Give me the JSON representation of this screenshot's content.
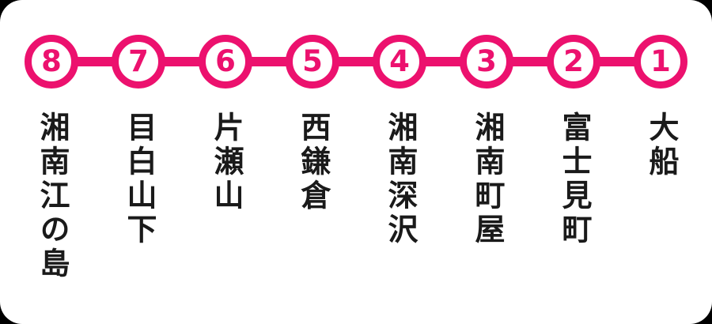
{
  "diagram": {
    "type": "transit-line-diagram",
    "orientation": "horizontal",
    "station_order": "descending-left-to-right"
  },
  "colors": {
    "line_color": "#EC116E",
    "text_color": "#1A1A1A",
    "card_background": "#FFFFFF",
    "page_background": "#000000"
  },
  "stations": [
    {
      "number": "8",
      "name": "湘南江の島"
    },
    {
      "number": "7",
      "name": "目白山下"
    },
    {
      "number": "6",
      "name": "片瀬山"
    },
    {
      "number": "5",
      "name": "西鎌倉"
    },
    {
      "number": "4",
      "name": "湘南深沢"
    },
    {
      "number": "3",
      "name": "湘南町屋"
    },
    {
      "number": "2",
      "name": "富士見町"
    },
    {
      "number": "1",
      "name": "大船"
    }
  ]
}
